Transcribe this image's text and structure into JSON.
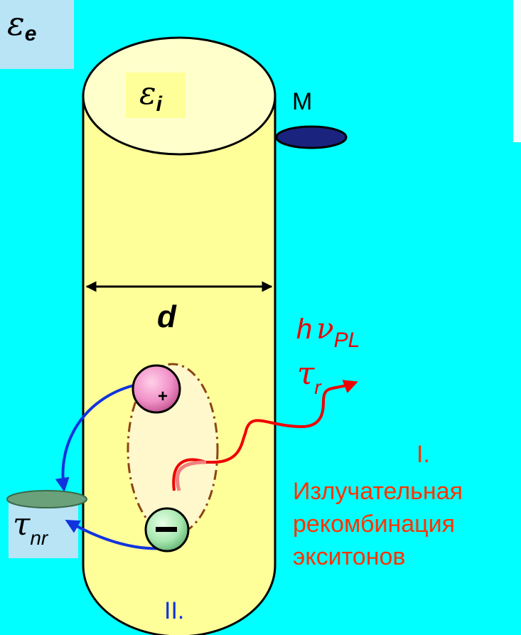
{
  "labels": {
    "eps_e": {
      "sym": "ε",
      "sub": "e"
    },
    "eps_i": {
      "sym": "ε",
      "sub": "i"
    },
    "metal": "M",
    "diameter": "d",
    "photon": {
      "h": "h",
      "nu": "ν",
      "sub": "PL"
    },
    "tau_r": {
      "sym": "τ",
      "sub": "r"
    },
    "tau_nr": {
      "sym": "τ",
      "sub": "nr"
    },
    "hole_sign": "+",
    "electron_sign": "−",
    "radiative": {
      "number": "I.",
      "line1": "Излучательная",
      "line2": "рекомбинация",
      "line3": "экситонов"
    },
    "nonradiative_number": "II."
  },
  "colors": {
    "background": "#00ffff",
    "label_box": "#b8e4f6",
    "cylinder": "#ffff99",
    "exciton_fill": "#fff8cc",
    "exciton_border": "#8b4513",
    "metal_particle": "#1a237e",
    "trap": "#6aa07a",
    "radiative_text": "#ff3300",
    "photon_text": "#ee0000",
    "wave": "#ee0000",
    "nonradiative_arrow": "#1133dd"
  }
}
